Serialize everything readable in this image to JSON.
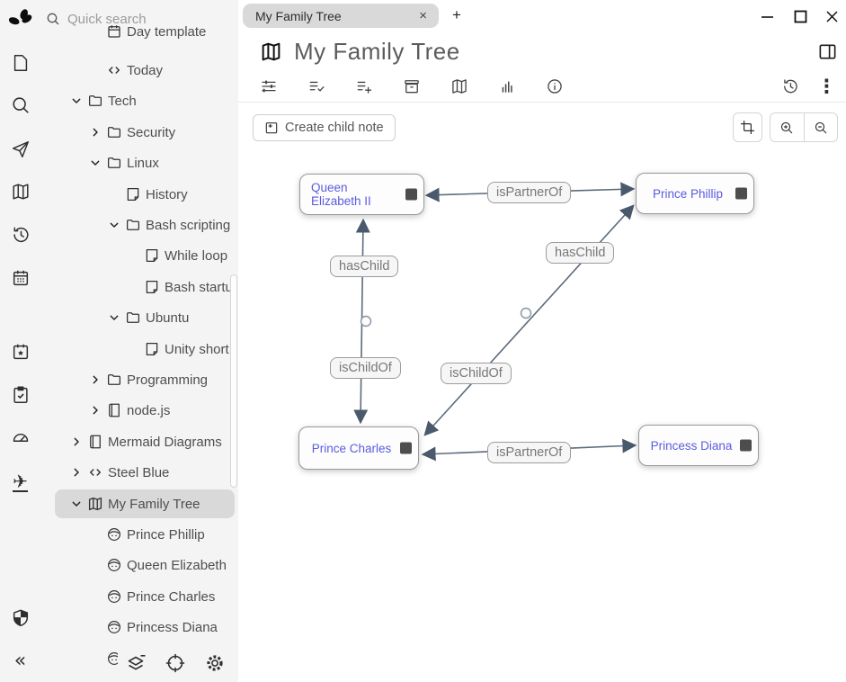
{
  "search": {
    "placeholder": "Quick search"
  },
  "activity_bar": {
    "icons": [
      "trilium-logo",
      "new-note",
      "search",
      "jump-to",
      "note-map",
      "recent-changes",
      "calendar",
      "calendar-star",
      "task-list",
      "dashboard",
      "travel",
      "shield",
      "collapse"
    ]
  },
  "glyphs": {
    "collapse": "«",
    "plane": "✈",
    "kebab": "⋮",
    "close": "×",
    "plus": "+"
  },
  "tree": {
    "items": [
      {
        "label": "Day template",
        "icon": "calendar",
        "level": 2,
        "expanded": null,
        "selected": false
      },
      {
        "label": "Today",
        "icon": "code",
        "level": 2,
        "expanded": null,
        "selected": false
      },
      {
        "label": "Tech",
        "icon": "folder",
        "level": 1,
        "expanded": true,
        "selected": false
      },
      {
        "label": "Security",
        "icon": "folder",
        "level": 2,
        "expanded": false,
        "selected": false
      },
      {
        "label": "Linux",
        "icon": "folder",
        "level": 2,
        "expanded": true,
        "selected": false
      },
      {
        "label": "History",
        "icon": "note",
        "level": 3,
        "expanded": null,
        "selected": false
      },
      {
        "label": "Bash scripting",
        "icon": "folder",
        "level": 3,
        "expanded": true,
        "selected": false
      },
      {
        "label": "While loop",
        "icon": "note",
        "level": 4,
        "expanded": null,
        "selected": false
      },
      {
        "label": "Bash startu",
        "icon": "note",
        "level": 4,
        "expanded": null,
        "selected": false
      },
      {
        "label": "Ubuntu",
        "icon": "folder",
        "level": 3,
        "expanded": true,
        "selected": false
      },
      {
        "label": "Unity short",
        "icon": "note",
        "level": 4,
        "expanded": null,
        "selected": false
      },
      {
        "label": "Programming",
        "icon": "folder",
        "level": 2,
        "expanded": false,
        "selected": false
      },
      {
        "label": "node.js",
        "icon": "book",
        "level": 2,
        "expanded": false,
        "selected": false
      },
      {
        "label": "Mermaid Diagrams",
        "icon": "book",
        "level": 1,
        "expanded": false,
        "selected": false
      },
      {
        "label": "Steel Blue",
        "icon": "code",
        "level": 1,
        "expanded": false,
        "selected": false
      },
      {
        "label": "My Family Tree",
        "icon": "map",
        "level": 1,
        "expanded": true,
        "selected": true
      },
      {
        "label": "Prince Phillip",
        "icon": "person",
        "level": 2,
        "expanded": null,
        "selected": false
      },
      {
        "label": "Queen Elizabeth",
        "icon": "person",
        "level": 2,
        "expanded": null,
        "selected": false
      },
      {
        "label": "Prince Charles",
        "icon": "person",
        "level": 2,
        "expanded": null,
        "selected": false
      },
      {
        "label": "Princess Diana",
        "icon": "person",
        "level": 2,
        "expanded": null,
        "selected": false
      },
      {
        "label": "P",
        "icon": "person",
        "level": 2,
        "expanded": null,
        "selected": false
      },
      {
        "label": "",
        "icon": "folder",
        "level": 2,
        "expanded": null,
        "selected": false
      }
    ]
  },
  "tabs": {
    "active_label": "My Family Tree"
  },
  "header": {
    "title": "My Family Tree"
  },
  "toolbar": {
    "create_child_label": "Create child note"
  },
  "map": {
    "nodes": [
      {
        "label": "Queen Elizabeth II"
      },
      {
        "label": "Prince Phillip"
      },
      {
        "label": "Prince Charles"
      },
      {
        "label": "Princess Diana"
      }
    ],
    "edge_labels": [
      {
        "text": "isPartnerOf"
      },
      {
        "text": "hasChild"
      },
      {
        "text": "isChildOf"
      },
      {
        "text": "hasChild"
      },
      {
        "text": "isChildOf"
      },
      {
        "text": "isPartnerOf"
      }
    ]
  },
  "colors": {
    "accent": "#5b5be0",
    "edge": "#5b6b7c",
    "arrow": "#4a5a6c"
  }
}
